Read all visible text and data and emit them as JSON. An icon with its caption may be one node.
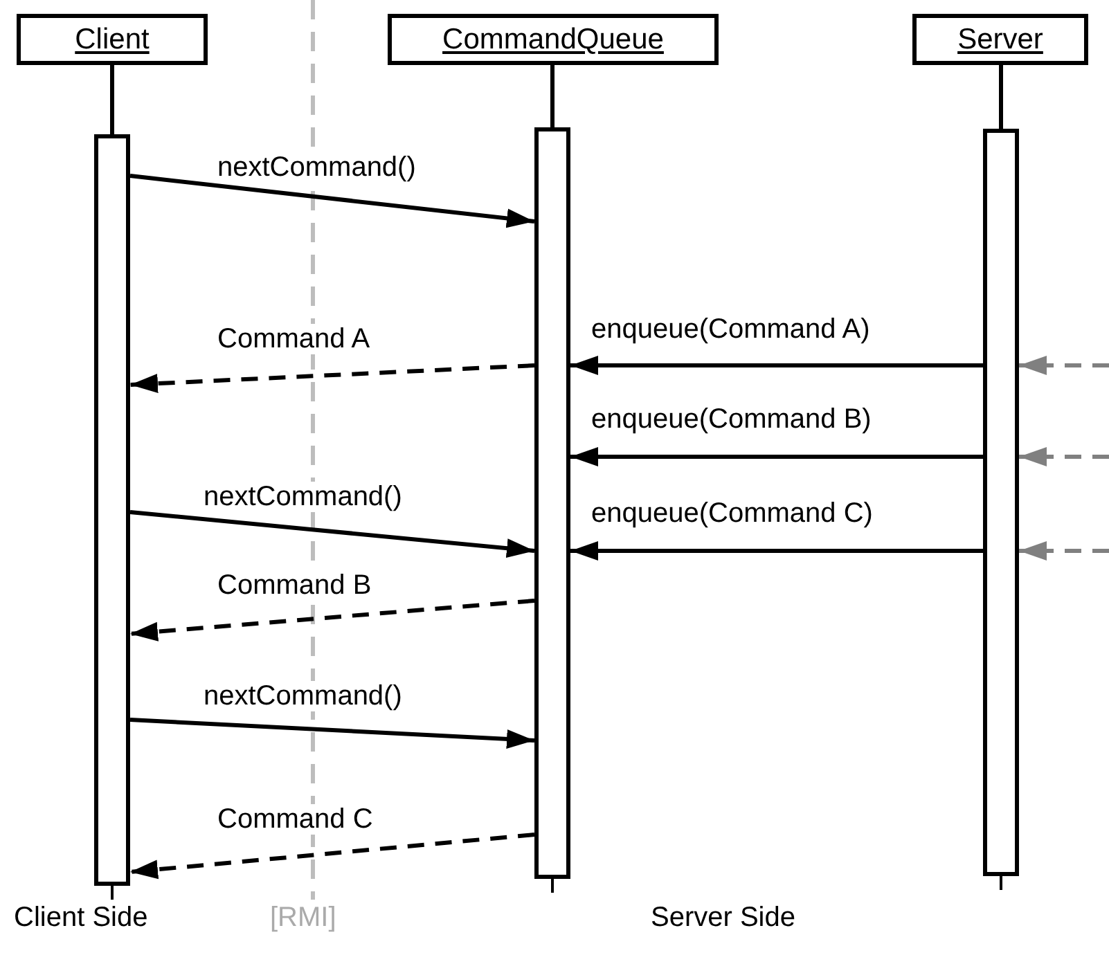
{
  "diagram": {
    "nodes": [
      {
        "text": [
          "Client"
        ]
      },
      {
        "text": [
          "CommandQueue"
        ]
      },
      {
        "text": [
          "Server"
        ]
      },
      {
        "text": [],
        "shape": "bar"
      },
      {
        "text": [],
        "shape": "bar"
      },
      {
        "text": [],
        "shape": "bar"
      }
    ],
    "edges": [
      {
        "from": 0,
        "to": 3,
        "arrow": "none"
      },
      {
        "from": 1,
        "to": 4,
        "arrow": "none"
      },
      {
        "from": 2,
        "to": 5,
        "arrow": "none"
      },
      {
        "from": 3,
        "to": 4,
        "arrow": "to",
        "label": "nextCommand()"
      },
      {
        "from": 5,
        "to": 4,
        "arrow": "to",
        "label": "enqueue(Command A)"
      },
      {
        "from": 4,
        "to": 3,
        "arrow": "to",
        "label": "Command A",
        "style": "dashed"
      },
      {
        "from": null,
        "to": 5,
        "arrow": "to",
        "style": "dashed",
        "color": "#808080"
      },
      {
        "from": 5,
        "to": 4,
        "arrow": "to",
        "label": "enqueue(Command B)"
      },
      {
        "from": null,
        "to": 5,
        "arrow": "to",
        "style": "dashed",
        "color": "#808080"
      },
      {
        "from": 3,
        "to": 4,
        "arrow": "to",
        "label": "nextCommand()"
      },
      {
        "from": 5,
        "to": 4,
        "arrow": "to",
        "label": "enqueue(Command C)"
      },
      {
        "from": null,
        "to": 5,
        "arrow": "to",
        "style": "dashed",
        "color": "#808080"
      },
      {
        "from": 4,
        "to": 3,
        "arrow": "to",
        "label": "Command B",
        "style": "dashed"
      },
      {
        "from": 3,
        "to": 4,
        "arrow": "to",
        "label": "nextCommand()"
      },
      {
        "from": 4,
        "to": 3,
        "arrow": "to",
        "label": "Command C",
        "style": "dashed"
      }
    ],
    "labels": [
      "Client Side",
      "[RMI]",
      "Server Side"
    ]
  }
}
